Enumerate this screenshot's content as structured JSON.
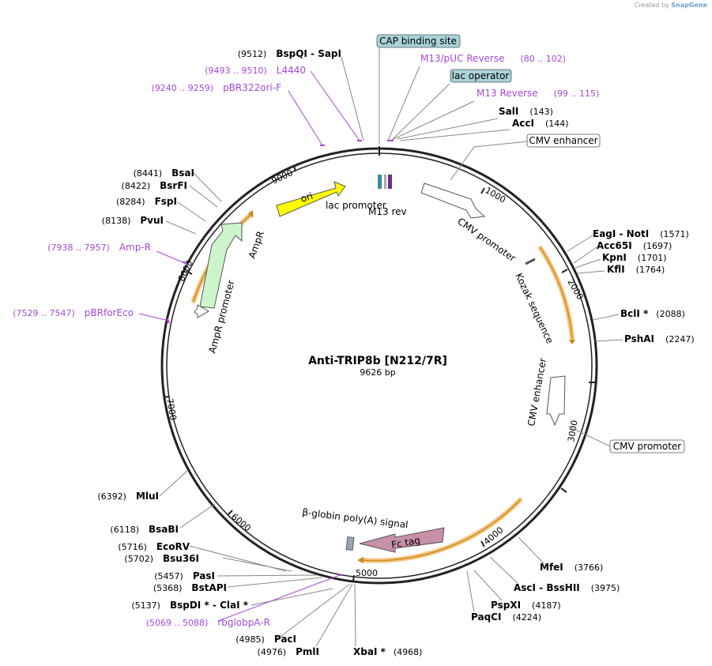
{
  "credit": {
    "prefix": "Created by",
    "brand": "SnapGene"
  },
  "plasmid": {
    "name": "Anti-TRIP8b [N212/7R]",
    "size_label": "9626 bp",
    "length": 9626
  },
  "ticks": [
    "1000",
    "2000",
    "3000",
    "4000",
    "5000",
    "6000",
    "7000",
    "8000",
    "9000"
  ],
  "enzymes": [
    {
      "pos": "(9512)",
      "name": "BspQI - SapI"
    },
    {
      "pos": "(143)",
      "name": "SalI"
    },
    {
      "pos": "(144)",
      "name": "AccI"
    },
    {
      "pos": "(1571)",
      "name": "EagI - NotI"
    },
    {
      "pos": "(1697)",
      "name": "Acc65I"
    },
    {
      "pos": "(1701)",
      "name": "KpnI"
    },
    {
      "pos": "(1764)",
      "name": "KflI"
    },
    {
      "pos": "(2088)",
      "name": "BclI *"
    },
    {
      "pos": "(2247)",
      "name": "PshAI"
    },
    {
      "pos": "(3766)",
      "name": "MfeI"
    },
    {
      "pos": "(3975)",
      "name": "AscI - BssHII"
    },
    {
      "pos": "(4187)",
      "name": "PspXI"
    },
    {
      "pos": "(4224)",
      "name": "PaqCI"
    },
    {
      "pos": "(4968)",
      "name": "XbaI *"
    },
    {
      "pos": "(4976)",
      "name": "PmlI"
    },
    {
      "pos": "(4985)",
      "name": "PacI"
    },
    {
      "pos": "(5137)",
      "name": "BspDI * - ClaI *"
    },
    {
      "pos": "(5368)",
      "name": "BstAPI"
    },
    {
      "pos": "(5457)",
      "name": "PasI"
    },
    {
      "pos": "(5702)",
      "name": "Bsu36I"
    },
    {
      "pos": "(5716)",
      "name": "EcoRV"
    },
    {
      "pos": "(6118)",
      "name": "BsaBI"
    },
    {
      "pos": "(6392)",
      "name": "MluI"
    },
    {
      "pos": "(8138)",
      "name": "PvuI"
    },
    {
      "pos": "(8284)",
      "name": "FspI"
    },
    {
      "pos": "(8422)",
      "name": "BsrFI"
    },
    {
      "pos": "(8441)",
      "name": "BsaI"
    }
  ],
  "primers": [
    {
      "range": "(80 .. 102)",
      "name": "M13/pUC Reverse"
    },
    {
      "range": "(99 .. 115)",
      "name": "M13 Reverse"
    },
    {
      "range": "(9493 .. 9510)",
      "name": "L4440"
    },
    {
      "range": "(9240 .. 9259)",
      "name": "pBR322ori-F"
    },
    {
      "range": "(7938 .. 7957)",
      "name": "Amp-R"
    },
    {
      "range": "(7529 .. 7547)",
      "name": "pBRforEco"
    },
    {
      "range": "(5069 .. 5088)",
      "name": "rbglobpA-R"
    }
  ],
  "boxed_features": [
    {
      "name": "CAP binding site",
      "style": "teal"
    },
    {
      "name": "lac operator",
      "style": "teal"
    },
    {
      "name": "CMV enhancer",
      "style": "white"
    },
    {
      "name": "CMV promoter",
      "style": "white"
    }
  ],
  "features": {
    "ori": "ori",
    "amp_r": "AmpR",
    "amp_r_promoter": "AmpR promoter",
    "lac_promoter": "lac promoter",
    "m13_rev": "M13 rev",
    "cmv_promoter": "CMV promoter",
    "kozak": "Kozak sequence",
    "cmv_enhancer": "CMV enhancer",
    "globin_signal": "β-globin poly(A) signal",
    "fc_tag": "Fc tag"
  },
  "colors": {
    "ori": "#ffff00",
    "amp_r": "#ccf5cc",
    "fc_tag": "#c88fa8",
    "primer": "#a34ad6",
    "orf_highlight": "#f4b860",
    "teal_box": "#a8d3d8"
  }
}
